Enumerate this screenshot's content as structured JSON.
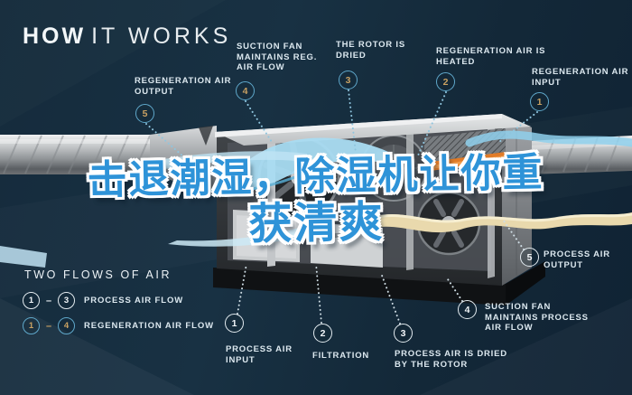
{
  "title": {
    "how": "HOW",
    "it_works": "IT WORKS"
  },
  "overlay": {
    "line1": "击退潮湿，除湿机让你重",
    "line2": "获清爽"
  },
  "legend": {
    "heading": "TWO FLOWS OF AIR",
    "separator": "–",
    "rows": [
      {
        "from": "1",
        "to": "3",
        "label": "PROCESS AIR FLOW",
        "style": "process"
      },
      {
        "from": "1",
        "to": "4",
        "label": "REGENERATION AIR FLOW",
        "style": "regen"
      }
    ]
  },
  "callouts": {
    "regen": [
      {
        "num": "5",
        "label": "REGENERATION AIR OUTPUT"
      },
      {
        "num": "4",
        "label": "SUCTION FAN MAINTAINS REG. AIR FLOW"
      },
      {
        "num": "3",
        "label": "THE ROTOR IS DRIED"
      },
      {
        "num": "2",
        "label": "REGENERATION AIR IS HEATED"
      },
      {
        "num": "1",
        "label": "REGENERATION AIR INPUT"
      }
    ],
    "process": [
      {
        "num": "1",
        "label": "PROCESS AIR INPUT"
      },
      {
        "num": "2",
        "label": "FILTRATION"
      },
      {
        "num": "3",
        "label": "PROCESS AIR IS DRIED BY THE ROTOR"
      },
      {
        "num": "4",
        "label": "SUCTION FAN MAINTAINS PROCESS AIR FLOW"
      },
      {
        "num": "5",
        "label": "PROCESS AIR OUTPUT"
      }
    ]
  },
  "colors": {
    "background": "#152b3c",
    "accent_blue_ring": "#5fa8cb",
    "gold_number": "#c9a162",
    "label_text": "#dce8ef",
    "overlay_text": "#2e93d8",
    "overlay_outline": "#ffffff",
    "air_ribbon_blue": "#a9dcf2",
    "air_ribbon_beige": "#e9d9ad",
    "heater_orange": "#e07b28"
  }
}
